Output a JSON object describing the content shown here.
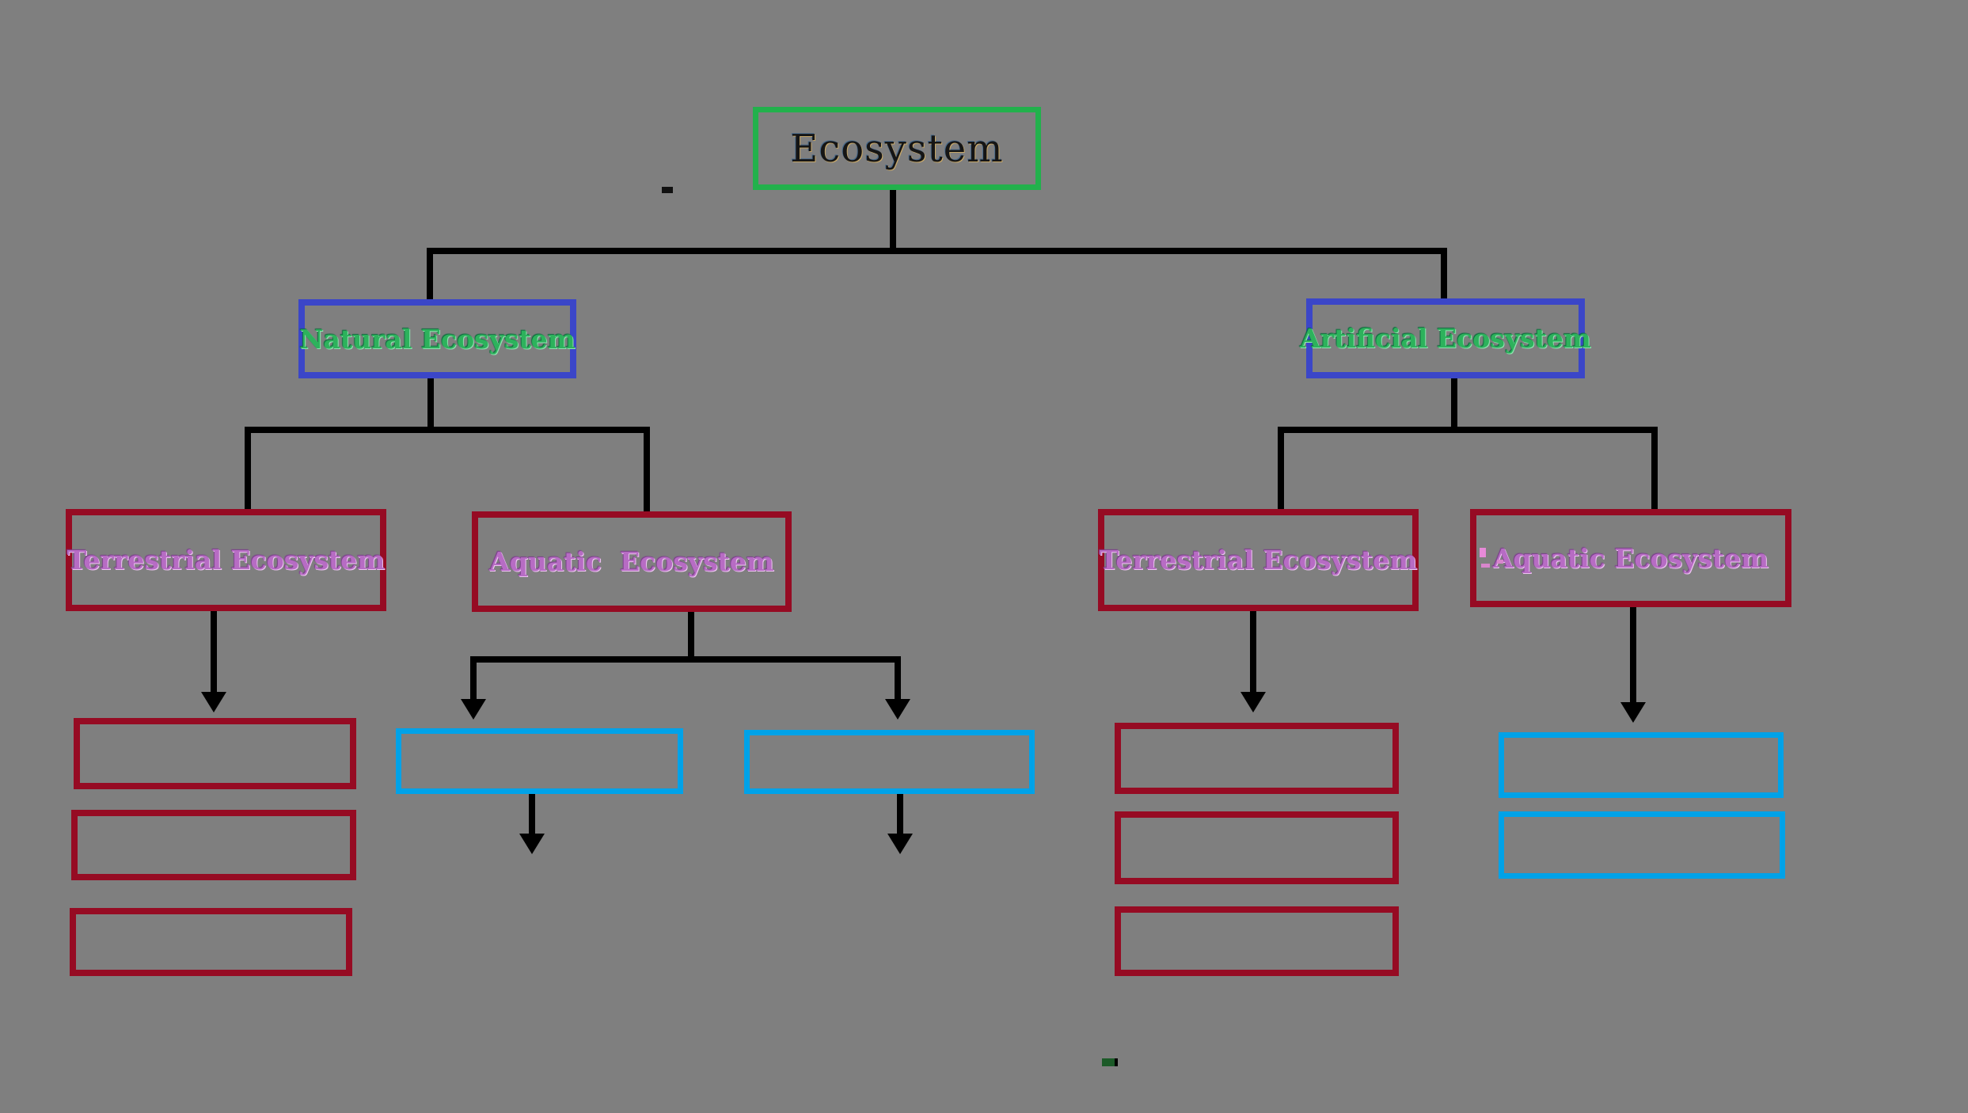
{
  "background_color": "#7f7f7f",
  "colors": {
    "root_border": "#22b14c",
    "branch_border": "#3b46c8",
    "terrestrial_border": "#960b23",
    "aquatic_child_border": "#00a2e8",
    "connector": "#000000",
    "root_text": "#151515",
    "branch_text": "#2db25c",
    "leaf_text": "#b76cc4"
  },
  "nodes": {
    "root": {
      "label": "Ecosystem"
    },
    "natural": {
      "label": "Natural Ecosystem"
    },
    "artificial": {
      "label": "Artificial Ecosystem"
    },
    "natural_terrestrial": {
      "label": "Terrestrial Ecosystem"
    },
    "natural_aquatic": {
      "label": "Aquatic  Ecosystem"
    },
    "artificial_terrestrial": {
      "label": "Terrestrial Ecosystem"
    },
    "artificial_aquatic": {
      "label": "Aquatic Ecosystem"
    }
  },
  "empty_boxes": {
    "under_natural_terrestrial": 3,
    "under_natural_aquatic": 2,
    "under_artificial_terrestrial": 3,
    "under_artificial_aquatic": 2
  }
}
